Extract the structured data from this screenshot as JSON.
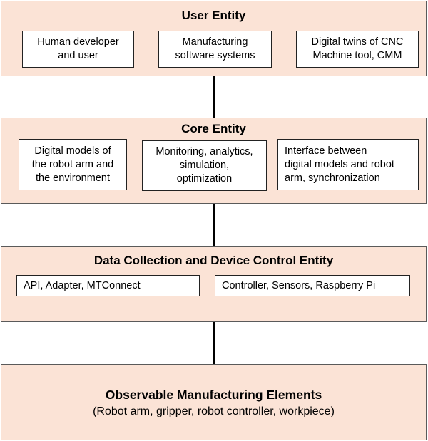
{
  "layers": {
    "user": {
      "title": "User Entity",
      "boxes": [
        "Human developer\nand user",
        "Manufacturing\nsoftware systems",
        "Digital twins of CNC\nMachine tool, CMM"
      ]
    },
    "core": {
      "title": "Core Entity",
      "boxes": [
        "Digital models of\nthe robot arm and\nthe environment",
        "Monitoring, analytics,\nsimulation,\noptimization",
        "Interface between\ndigital models and robot\narm, synchronization"
      ]
    },
    "data": {
      "title": "Data Collection and Device Control Entity",
      "boxes": [
        "API, Adapter, MTConnect",
        "Controller, Sensors, Raspberry Pi"
      ]
    },
    "observable": {
      "title": "Observable Manufacturing Elements",
      "subtitle": "(Robot arm, gripper, robot controller, workpiece)"
    }
  },
  "colors": {
    "layer_fill": "#fbe3d6",
    "box_fill": "#ffffff",
    "connector": "#000000"
  }
}
